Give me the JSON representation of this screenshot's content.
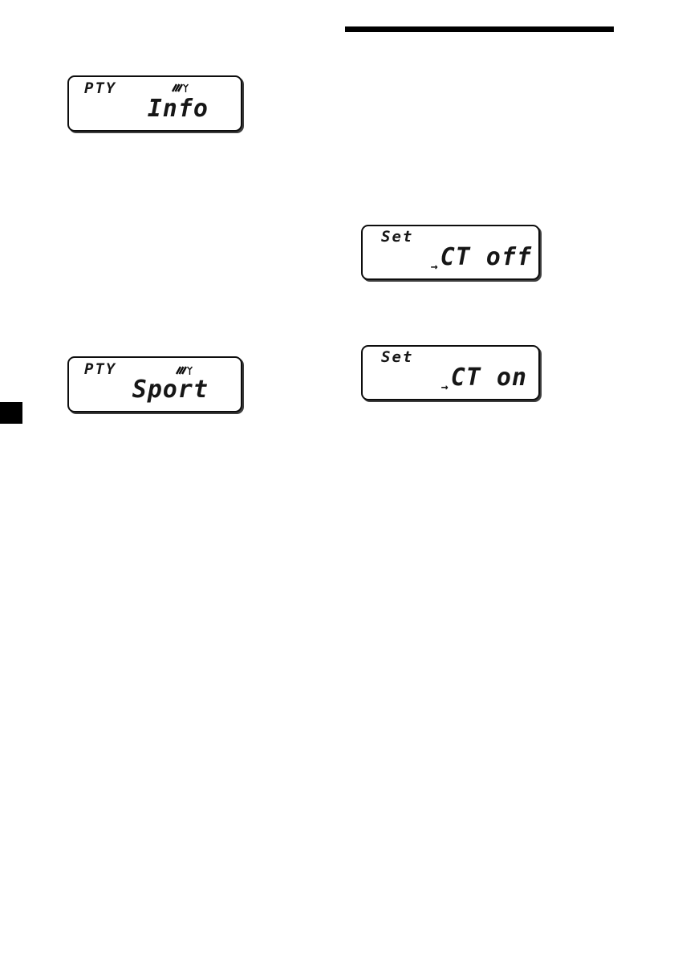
{
  "page_type": "instruction-manual-page",
  "colors": {
    "ink": "#161616",
    "background": "#ffffff",
    "header_bar": "#000000",
    "page_tab": "#000000"
  },
  "displays": [
    {
      "name": "pty-info",
      "label": "PTY",
      "icon": "signal-antenna-icon",
      "value": "Info"
    },
    {
      "name": "set-ct-off",
      "label": "Set",
      "arrow": "→",
      "value": "CT off"
    },
    {
      "name": "pty-sport",
      "label": "PTY",
      "icon": "signal-antenna-icon",
      "value": "Sport"
    },
    {
      "name": "set-ct-on",
      "label": "Set",
      "arrow": "→",
      "value": "CT on"
    }
  ]
}
